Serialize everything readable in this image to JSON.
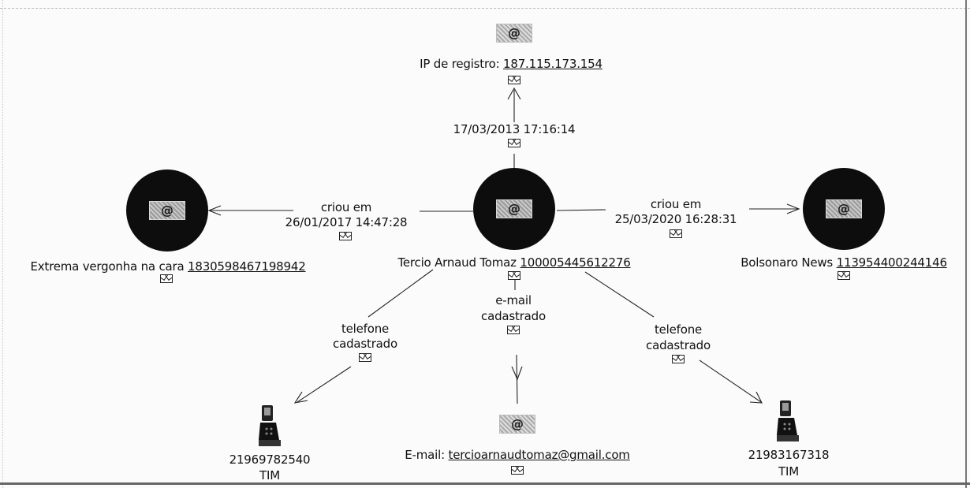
{
  "nodes": {
    "ip": {
      "label": "IP de registro: ",
      "value": "187.115.173.154"
    },
    "page_left": {
      "label": "Extrema vergonha na cara ",
      "id": "1830598467198942"
    },
    "profile": {
      "label": "Tercio Arnaud Tomaz ",
      "id": "100005445612276"
    },
    "page_right": {
      "label": "Bolsonaro News ",
      "id": "113954400244146"
    },
    "phone_left": {
      "number": "21969782540",
      "carrier": "TIM"
    },
    "email": {
      "label": "E-mail: ",
      "value": "tercioarnaudtomaz@gmail.com"
    },
    "phone_right": {
      "number": "21983167318",
      "carrier": "TIM"
    }
  },
  "edges": {
    "to_ip": {
      "line1": "17/03/2013 17:16:14"
    },
    "to_left": {
      "line1": "criou em",
      "line2": "26/01/2017 14:47:28"
    },
    "to_right": {
      "line1": "criou em",
      "line2": "25/03/2020 16:28:31"
    },
    "to_phone_left": {
      "line1": "telefone",
      "line2": "cadastrado"
    },
    "to_email": {
      "line1": "e-mail",
      "line2": "cadastrado"
    },
    "to_phone_right": {
      "line1": "telefone",
      "line2": "cadastrado"
    }
  },
  "icons": {
    "node_badge": "at-sign-icon",
    "note": "envelope-icon",
    "phone": "phone-icon"
  }
}
